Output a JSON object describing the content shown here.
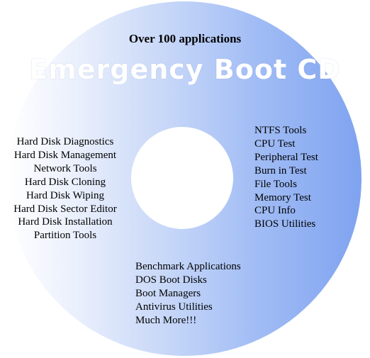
{
  "disc": {
    "subtitle": "Over 100 applications",
    "title": "Emergency Boot CD"
  },
  "left_list": [
    "Hard Disk Diagnostics",
    "Hard Disk Management",
    "Network Tools",
    "Hard Disk Cloning",
    "Hard Disk Wiping",
    "Hard Disk Sector Editor",
    "Hard Disk Installation",
    "Partition Tools"
  ],
  "right_list": [
    "NTFS Tools",
    "CPU Test",
    "Peripheral Test",
    "Burn in Test",
    "File Tools",
    "Memory Test",
    "CPU Info",
    "BIOS Utilities"
  ],
  "bottom_list": [
    "Benchmark Applications",
    "DOS Boot Disks",
    "Boot Managers",
    "Antivirus Utilities",
    "Much More!!!"
  ],
  "colors": {
    "disc_light": "#ffffff",
    "disc_dark": "#7fa3f0",
    "title_text": "#ffffff",
    "body_text": "#000000"
  }
}
